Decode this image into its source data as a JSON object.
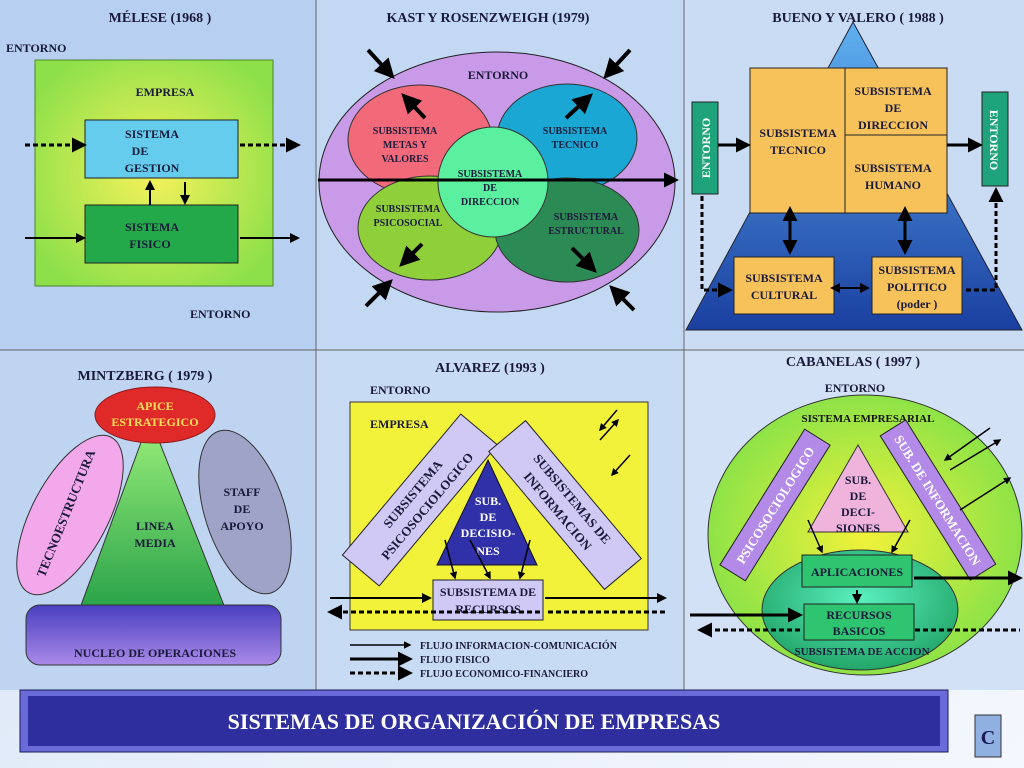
{
  "title": "SISTEMAS DE ORGANIZACIÓN DE  EMPRESAS",
  "logo": "C",
  "colors": {
    "panel_bg": "#b9d2f0",
    "title_bar": "#2a2f9a",
    "title_text": "#ffffff"
  },
  "melese": {
    "heading": "MÉLESE (1968 )",
    "entorno_top": "ENTORNO",
    "empresa": "EMPRESA",
    "gestion": [
      "SISTEMA",
      "DE",
      "GESTION"
    ],
    "fisico": [
      "SISTEMA",
      "FISICO"
    ],
    "entorno_bottom": "ENTORNO"
  },
  "kast": {
    "heading": "KAST Y ROSENZWEIGH (1979)",
    "entorno": "ENTORNO",
    "metas": [
      "SUBSISTEMA",
      "METAS Y",
      "VALORES"
    ],
    "tecnico": [
      "SUBSISTEMA",
      "TECNICO"
    ],
    "direccion": [
      "SUBSISTEMA",
      "DE",
      "DIRECCION"
    ],
    "psicosocial": [
      "SUBSISTEMA",
      "PSICOSOCIAL"
    ],
    "estructural": [
      "SUBSISTEMA",
      "ESTRUCTURAL"
    ]
  },
  "bueno": {
    "heading": "BUENO Y  VALERO ( 1988 )",
    "entorno": "ENTORNO",
    "tecnico": [
      "SUBSISTEMA",
      "TECNICO"
    ],
    "direccion": [
      "SUBSISTEMA",
      "DE",
      "DIRECCION"
    ],
    "humano": [
      "SUBSISTEMA",
      "HUMANO"
    ],
    "cultural": [
      "SUBSISTEMA",
      "CULTURAL"
    ],
    "politico": [
      "SUBSISTEMA",
      "POLITICO",
      "(poder )"
    ]
  },
  "mintzberg": {
    "heading": "MINTZBERG ( 1979 )",
    "apice": [
      "APICE",
      "ESTRATEGICO"
    ],
    "tecno": "TECNOESTRUCTURA",
    "linea": [
      "LINEA",
      "MEDIA"
    ],
    "staff": [
      "STAFF",
      "DE",
      "APOYO"
    ],
    "nucleo": "NUCLEO DE OPERACIONES"
  },
  "alvarez": {
    "heading": "ALVAREZ (1993 )",
    "entorno": "ENTORNO",
    "empresa": "EMPRESA",
    "psico": [
      "SUBSISTEMA",
      "PSICOSOCIOLOGICO"
    ],
    "info": [
      "SUBSISTEMAS DE",
      "INFORMACION"
    ],
    "decision": [
      "SUB.",
      "DE",
      "DECISIO-",
      "NES"
    ],
    "recursos": [
      "SUBSISTEMA DE",
      "RECURSOS"
    ],
    "legend": [
      "FLUJO INFORMACION-COMUNICACIÓN",
      "FLUJO FISICO",
      "FLUJO ECONOMICO-FINANCIERO"
    ]
  },
  "cabanelas": {
    "heading": "CABANELAS  ( 1997 )",
    "entorno": "ENTORNO",
    "empresarial": "SISTEMA EMPRESARIAL",
    "psico": "PSICOSOCIOLOGICO",
    "info": "SUB. DE INFORMACION",
    "decision": [
      "SUB.",
      "DE",
      "DECI-",
      "SIONES"
    ],
    "aplicaciones": "APLICACIONES",
    "recursos": [
      "RECURSOS",
      "BASICOS"
    ],
    "accion": "SUBSISTEMA DE ACCION"
  }
}
